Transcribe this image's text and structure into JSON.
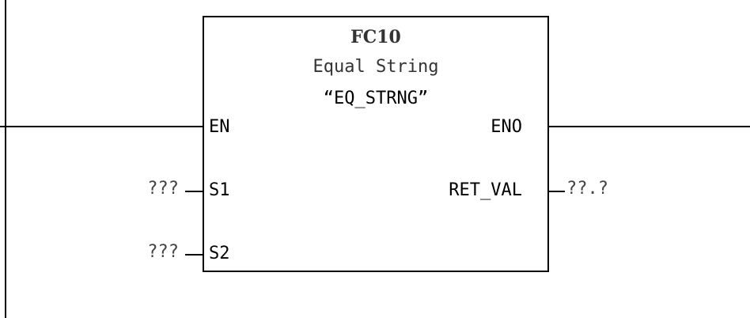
{
  "block": {
    "name": "FC10",
    "description": "Equal String",
    "symbol": "“EQ_STRNG”",
    "pins": {
      "en": "EN",
      "eno": "ENO",
      "s1": "S1",
      "s2": "S2",
      "ret_val": "RET_VAL"
    }
  },
  "params": {
    "s1": "???",
    "s2": "???",
    "ret_val": "??.?"
  }
}
